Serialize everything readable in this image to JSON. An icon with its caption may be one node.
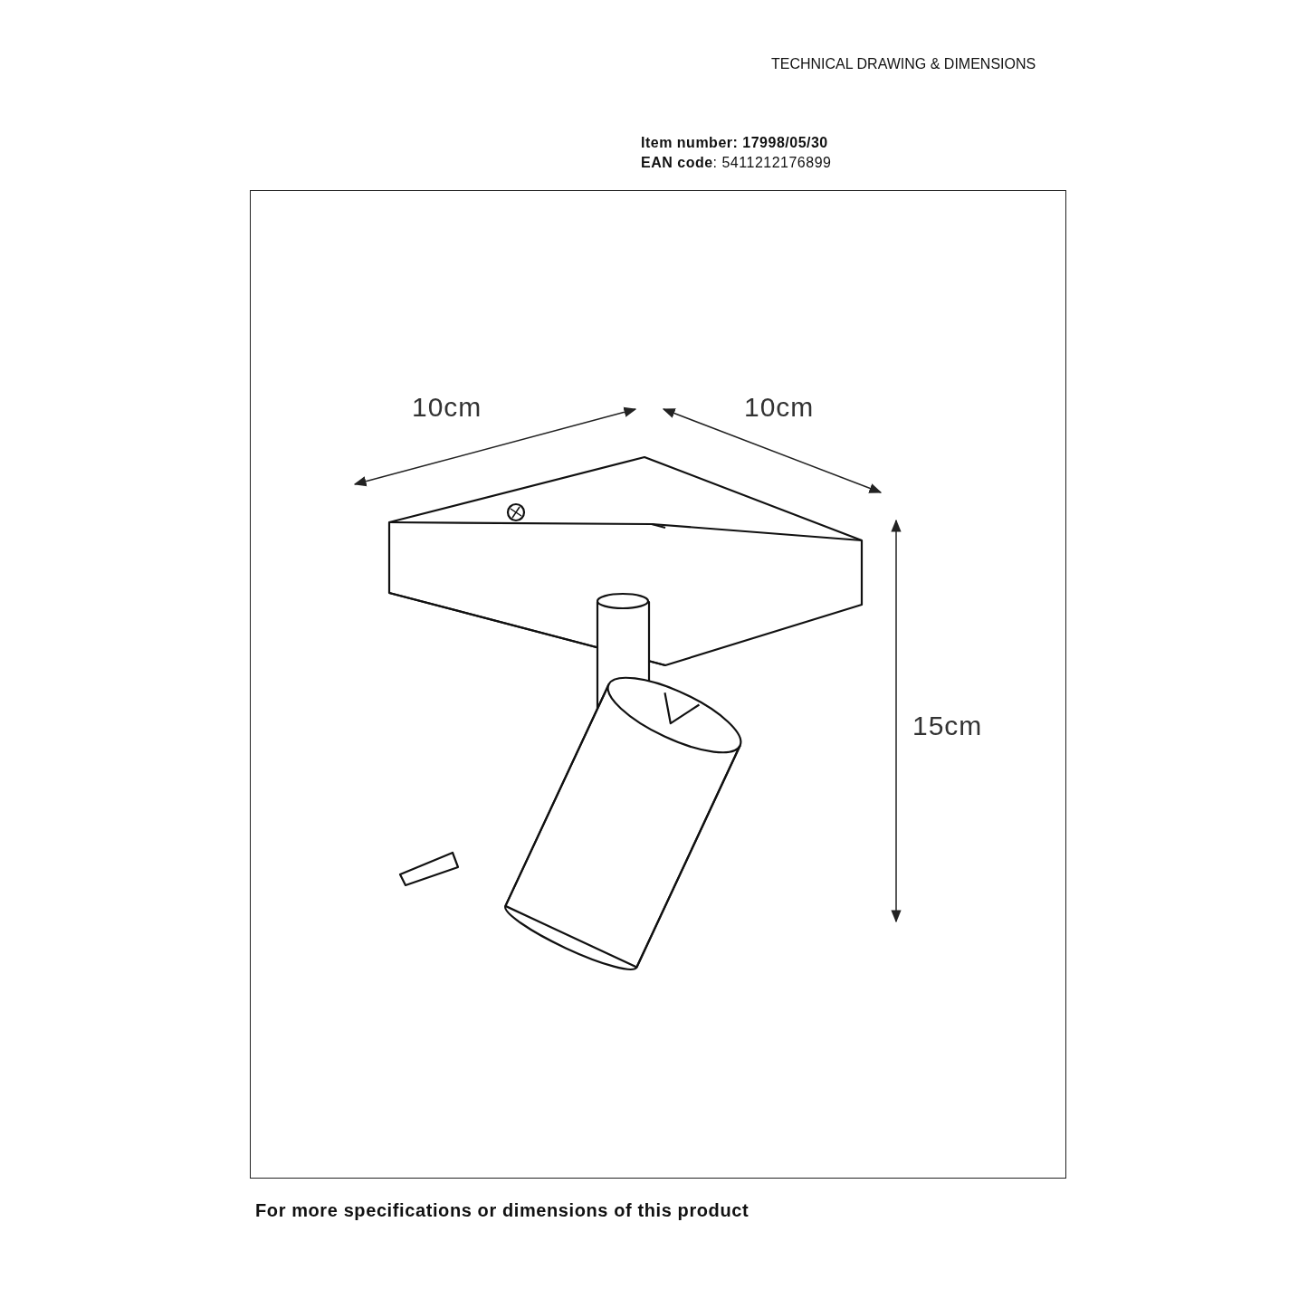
{
  "diagram": {
    "labels": [
      "TECHNICAL DRAWING & DIMENSIONS",
      "Item number: 17998/05/30",
      "**EAN code**: 5411212176899",
      "10cm",
      "10cm",
      "15cm",
      "For more specifications or dimensions of this product"
    ]
  }
}
